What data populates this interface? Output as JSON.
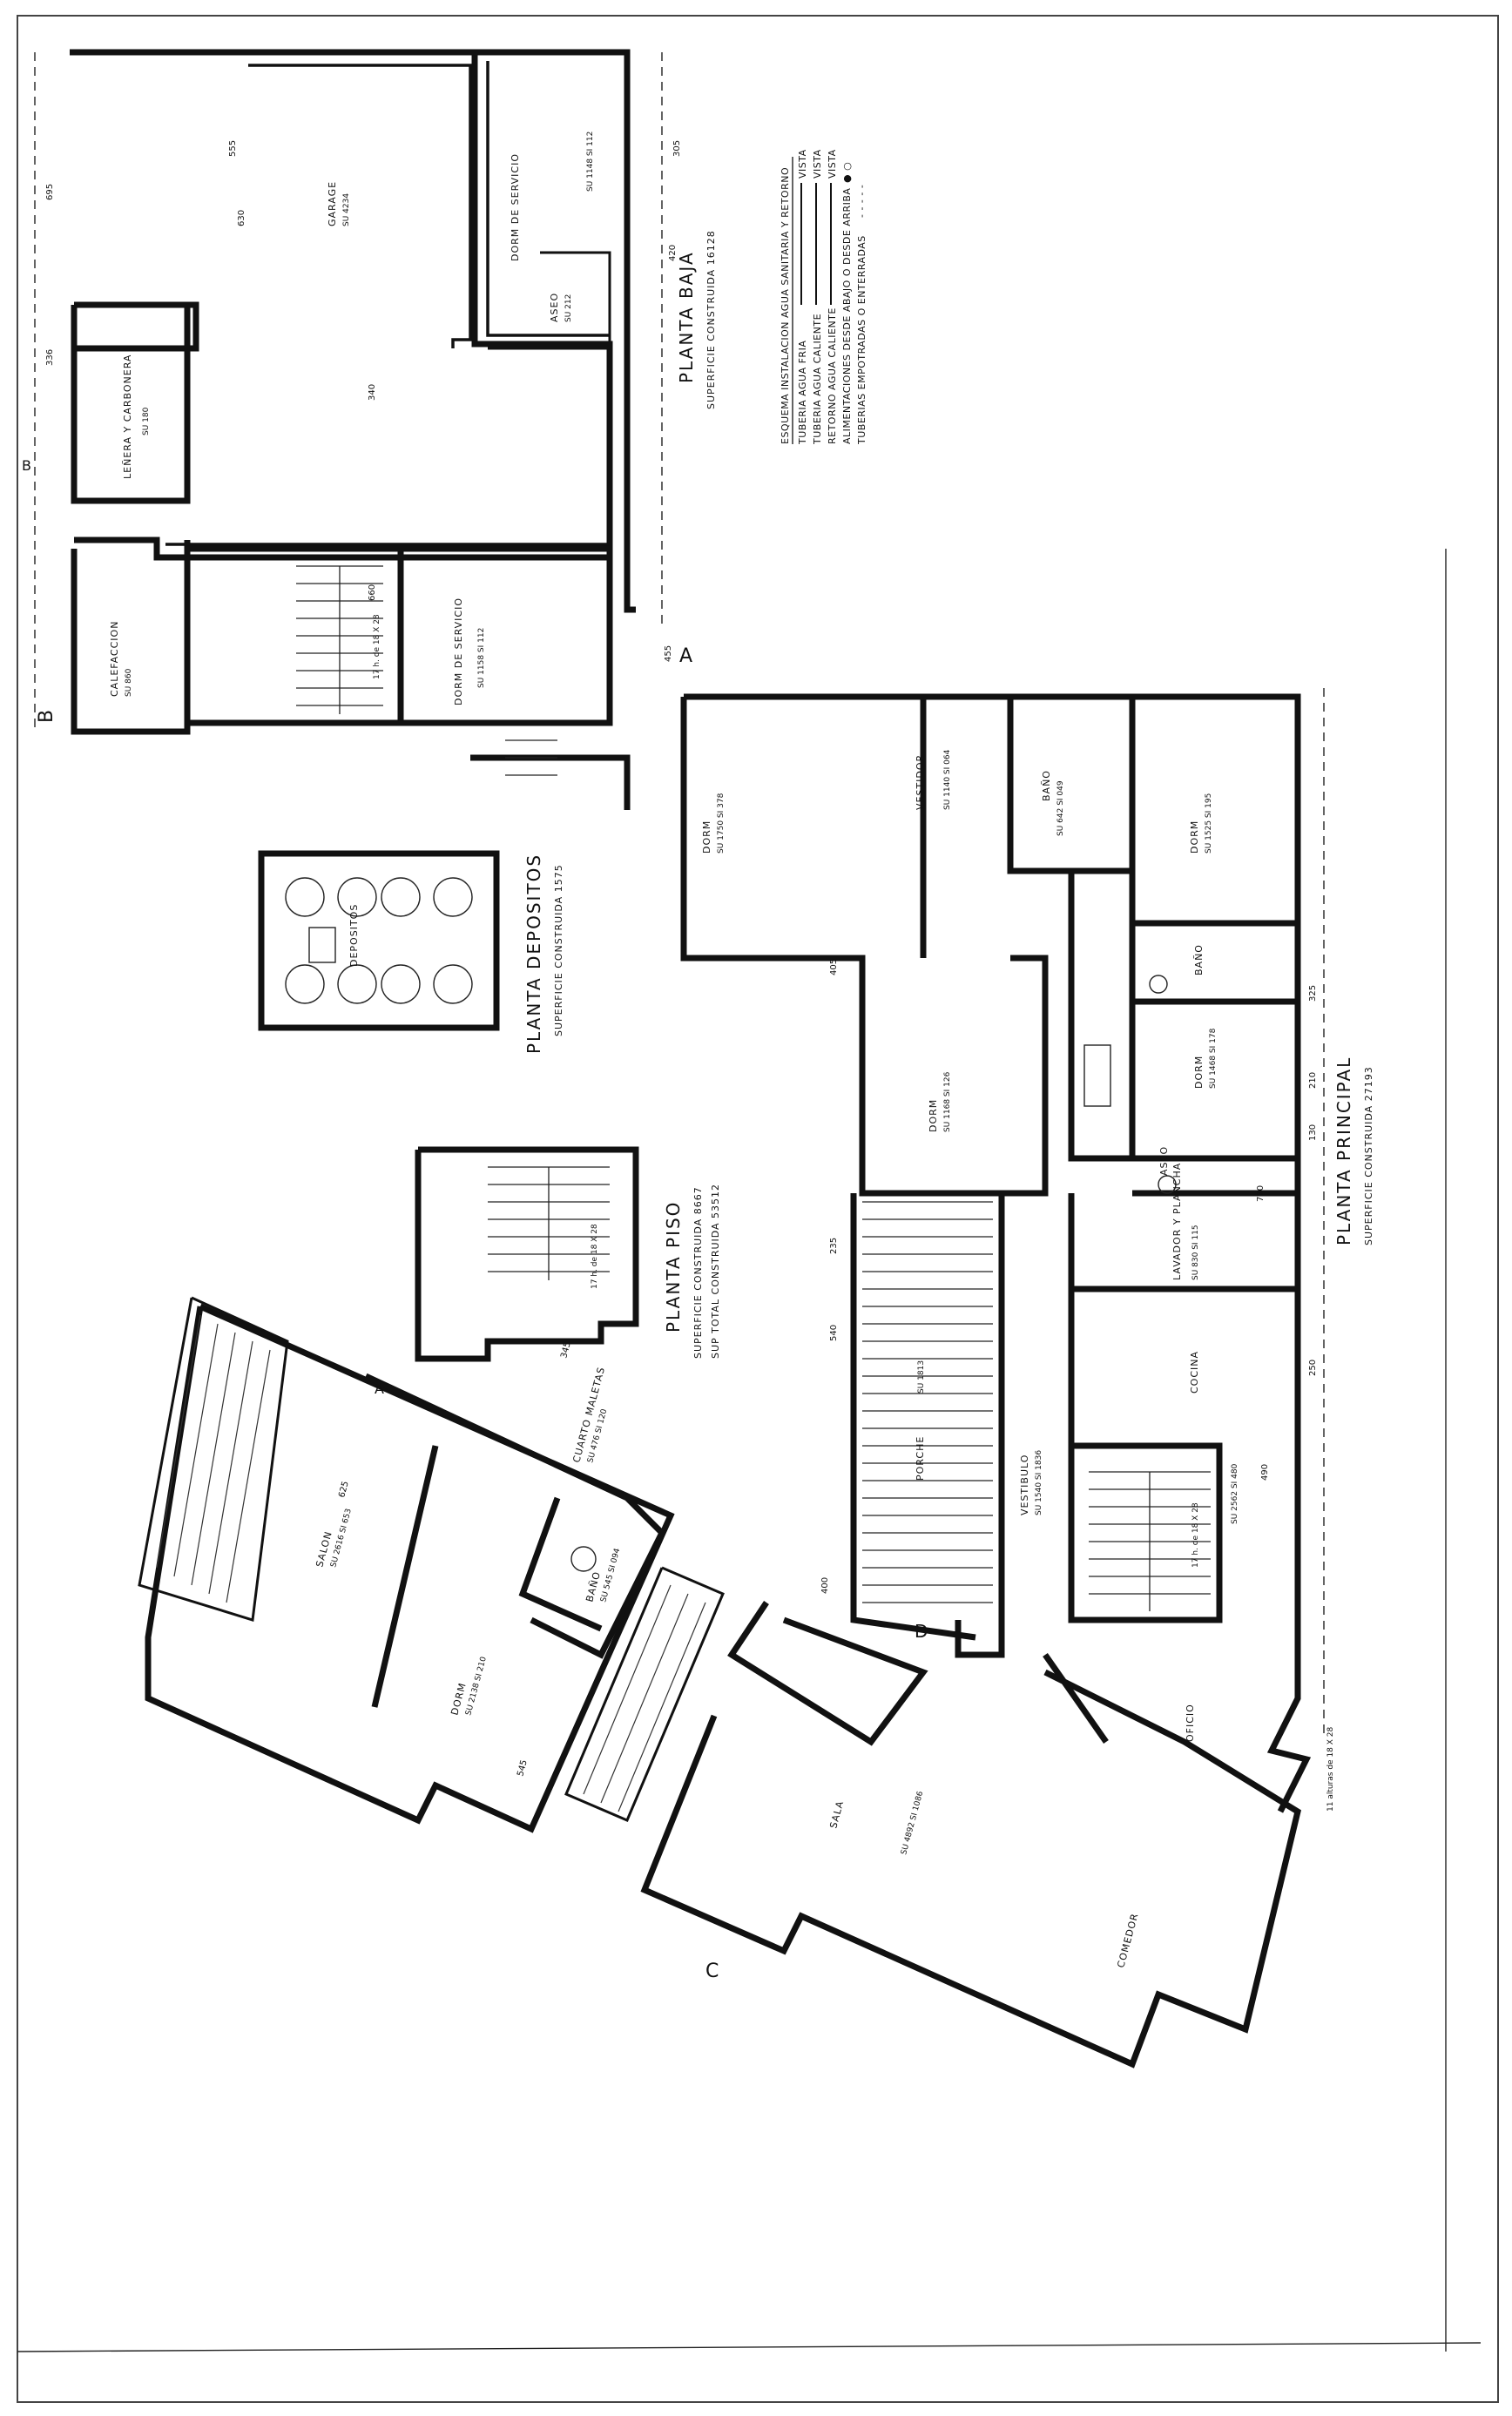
{
  "plans": {
    "baja": {
      "title": "PLANTA  BAJA",
      "surface": "SUPERFICIE CONSTRUIDA 16128"
    },
    "depositos": {
      "title": "PLANTA DEPOSITOS",
      "surface": "SUPERFICIE CONSTRUIDA 1575"
    },
    "piso": {
      "title": "PLANTA PISO",
      "surface1": "SUPERFICIE CONSTRUIDA 8667",
      "surface2": "SUP TOTAL CONSTRUIDA 53512"
    },
    "principal": {
      "title": "PLANTA PRINCIPAL",
      "surface": "SUPERFICIE CONSTRUIDA 27193"
    }
  },
  "legend": {
    "heading": "ESQUEMA INSTALACION AGUA SANITARIA Y RETORNO",
    "items": [
      {
        "label": "TUBERIA AGUA FRIA",
        "mode": "VISTA"
      },
      {
        "label": "TUBERIA AGUA CALIENTE",
        "mode": "VISTA"
      },
      {
        "label": "RETORNO AGUA CALIENTE",
        "mode": "VISTA"
      },
      {
        "label": "ALIMENTACIONES DESDE ABAJO O DESDE ARRIBA",
        "mode": "● ○"
      },
      {
        "label": "TUBERIAS EMPOTRADAS O ENTERRADAS",
        "mode": "- - - - -"
      }
    ]
  },
  "rooms": [
    {
      "name": "GARAGE",
      "stat": "SU 4234"
    },
    {
      "name": "DORM DE SERVICIO",
      "stat": "SU 1148  SI 112"
    },
    {
      "name": "LEÑERA Y CARBONERA",
      "stat": "SU 180"
    },
    {
      "name": "CALEFACCION",
      "stat": "SU 860"
    },
    {
      "name": "DORM DE SERVICIO",
      "stat": "SU 1158  SI 112"
    },
    {
      "name": "ASEO",
      "stat": "SU 212"
    },
    {
      "name": "DEPOSITOS",
      "stat": ""
    },
    {
      "name": "DORM",
      "stat": "SU 1750  SI 378"
    },
    {
      "name": "VESTIDOR",
      "stat": "SU 1140  SI 064"
    },
    {
      "name": "BAÑO",
      "stat": "SU 642  SI 049"
    },
    {
      "name": "DORM",
      "stat": "SU 1525  SI 195"
    },
    {
      "name": "BAÑO",
      "stat": ""
    },
    {
      "name": "DORM",
      "stat": "SU 1468  SI 178"
    },
    {
      "name": "DORM",
      "stat": "SU 1168  SI 126"
    },
    {
      "name": "ASEO",
      "stat": ""
    },
    {
      "name": "LAVADOR Y PLANCHA",
      "stat": "SU 830  SI 115"
    },
    {
      "name": "COCINA",
      "stat": "SU 2562  SI 480"
    },
    {
      "name": "PORCHE",
      "stat": "SU 1813"
    },
    {
      "name": "VESTIBULO",
      "stat": "SU 1540  SI 1836"
    },
    {
      "name": "OFICIO",
      "stat": ""
    },
    {
      "name": "SALA",
      "stat": "SU 4892  SI 1086"
    },
    {
      "name": "COMEDOR",
      "stat": ""
    },
    {
      "name": "SALON",
      "stat": "SU 2616  SI 653"
    },
    {
      "name": "DORM",
      "stat": "SU 2138  SI 210"
    },
    {
      "name": "BAÑO",
      "stat": "SU 545  SI 094"
    },
    {
      "name": "CUARTO MALETAS",
      "stat": "SU 476  SI 120"
    }
  ],
  "stairs": [
    "17 h. de 18 X 28",
    "17 h. de 18 X 28",
    "17 h. de 18 X 28",
    "11 alturas de 18 X 28"
  ],
  "section_marks": [
    "A",
    "A",
    "B",
    "B",
    "C",
    "D"
  ],
  "dims": [
    "695",
    "336",
    "630",
    "555",
    "420",
    "305",
    "340",
    "455",
    "235",
    "325",
    "210",
    "130",
    "250",
    "770",
    "625",
    "545",
    "345",
    "540",
    "400",
    "405",
    "490",
    "660"
  ]
}
